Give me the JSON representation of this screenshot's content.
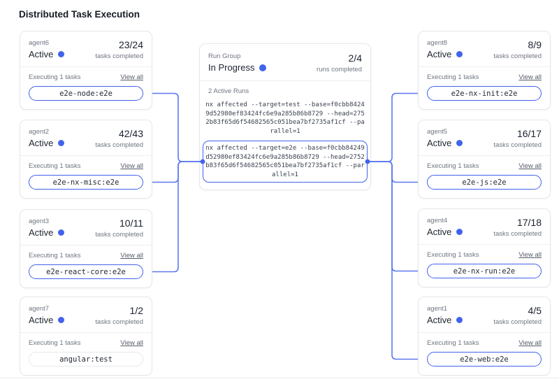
{
  "page": {
    "title": "Distributed Task Execution"
  },
  "colors": {
    "accent": "#4263eb",
    "wire": "#5b79ee"
  },
  "run_group": {
    "label": "Run Group",
    "status": "In Progress",
    "progress": "2/4",
    "progress_caption": "runs completed",
    "active_runs_label": "2 Active Runs",
    "runs": [
      {
        "command": "nx affected --target=test --base=f0cbb84249d52980ef83424fc6e9a285b86b8729 --head=2752b83f65d6f54682565c051bea7bf2735af1cf --parallel=1",
        "highlighted": false
      },
      {
        "command": "nx affected --target=e2e --base=f0cbb84249d52980ef83424fc6e9a285b86b8729 --head=2752b83f65d6f54682565c051bea7bf2735af1cf --parallel=1",
        "highlighted": true
      }
    ]
  },
  "agents": {
    "left": [
      {
        "name": "agent6",
        "status": "Active",
        "progress": "23/24",
        "progress_caption": "tasks completed",
        "executing_label": "Executing 1 tasks",
        "view_all_label": "View all",
        "task": "e2e-node:e2e",
        "connected": true
      },
      {
        "name": "agent2",
        "status": "Active",
        "progress": "42/43",
        "progress_caption": "tasks completed",
        "executing_label": "Executing 1 tasks",
        "view_all_label": "View all",
        "task": "e2e-nx-misc:e2e",
        "connected": true
      },
      {
        "name": "agent3",
        "status": "Active",
        "progress": "10/11",
        "progress_caption": "tasks completed",
        "executing_label": "Executing 1 tasks",
        "view_all_label": "View all",
        "task": "e2e-react-core:e2e",
        "connected": true
      },
      {
        "name": "agent7",
        "status": "Active",
        "progress": "1/2",
        "progress_caption": "tasks completed",
        "executing_label": "Executing 1 tasks",
        "view_all_label": "View all",
        "task": "angular:test",
        "connected": false
      }
    ],
    "right": [
      {
        "name": "agent8",
        "status": "Active",
        "progress": "8/9",
        "progress_caption": "tasks completed",
        "executing_label": "Executing 1 tasks",
        "view_all_label": "View all",
        "task": "e2e-nx-init:e2e",
        "connected": true
      },
      {
        "name": "agent5",
        "status": "Active",
        "progress": "16/17",
        "progress_caption": "tasks completed",
        "executing_label": "Executing 1 tasks",
        "view_all_label": "View all",
        "task": "e2e-js:e2e",
        "connected": true
      },
      {
        "name": "agent4",
        "status": "Active",
        "progress": "17/18",
        "progress_caption": "tasks completed",
        "executing_label": "Executing 1 tasks",
        "view_all_label": "View all",
        "task": "e2e-nx-run:e2e",
        "connected": true
      },
      {
        "name": "agent1",
        "status": "Active",
        "progress": "4/5",
        "progress_caption": "tasks completed",
        "executing_label": "Executing 1 tasks",
        "view_all_label": "View all",
        "task": "e2e-web:e2e",
        "connected": true
      }
    ]
  }
}
